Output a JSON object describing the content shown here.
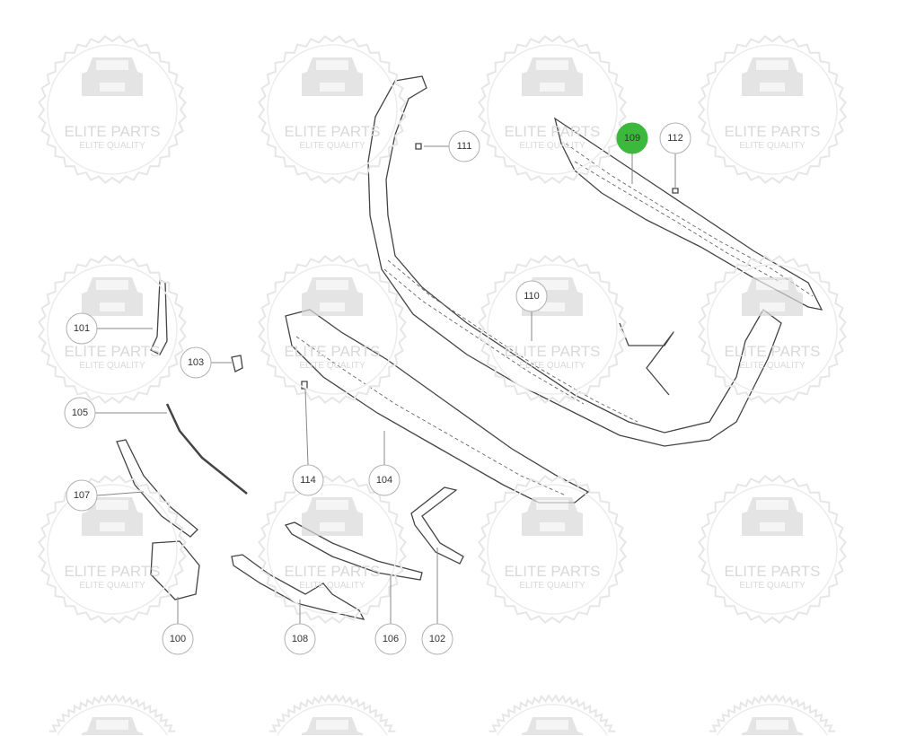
{
  "watermark": {
    "title": "ELITE PARTS",
    "subtitle": "ELITE QUALITY",
    "color": "#d9d9d9"
  },
  "callouts": [
    {
      "label": "111",
      "highlighted": false
    },
    {
      "label": "109",
      "highlighted": true
    },
    {
      "label": "112",
      "highlighted": false
    },
    {
      "label": "101",
      "highlighted": false
    },
    {
      "label": "110",
      "highlighted": false
    },
    {
      "label": "103",
      "highlighted": false
    },
    {
      "label": "105",
      "highlighted": false
    },
    {
      "label": "107",
      "highlighted": false
    },
    {
      "label": "114",
      "highlighted": false
    },
    {
      "label": "104",
      "highlighted": false
    },
    {
      "label": "100",
      "highlighted": false
    },
    {
      "label": "108",
      "highlighted": false
    },
    {
      "label": "106",
      "highlighted": false
    },
    {
      "label": "102",
      "highlighted": false
    }
  ],
  "colors": {
    "highlight": "#3cb93c",
    "callout_border": "#b0b0b0",
    "line": "#444444"
  }
}
